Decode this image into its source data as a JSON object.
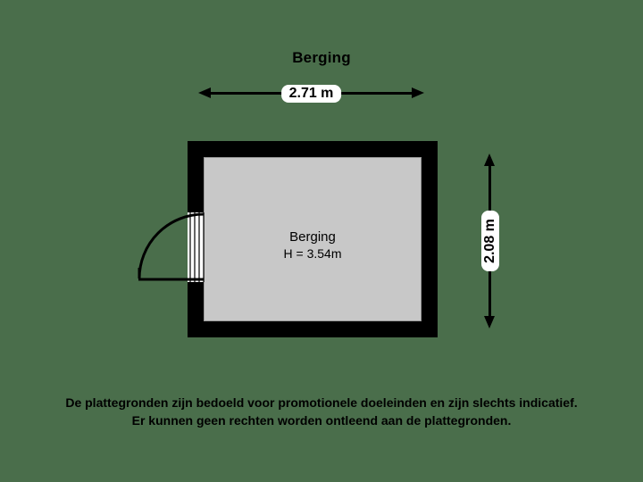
{
  "plan": {
    "title": "Berging",
    "background_color": "#4a6e4b",
    "wall_color": "#000000",
    "interior_color": "#c8c8c8"
  },
  "dimensions": {
    "width_label": "2.71 m",
    "height_label": "2.08 m"
  },
  "room": {
    "name": "Berging",
    "height_label": "H = 3.54m"
  },
  "disclaimer": {
    "line1": "De plattegronden zijn bedoeld voor promotionele doeleinden en zijn slechts indicatief.",
    "line2": "Er kunnen geen rechten worden ontleend aan de plattegronden."
  }
}
